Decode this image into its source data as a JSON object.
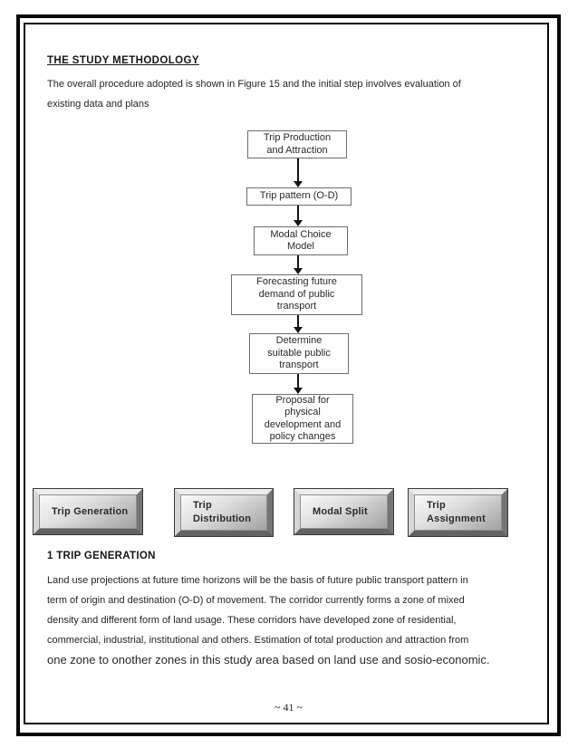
{
  "doc": {
    "title": "THE STUDY METHODOLOGY",
    "intro": "The overall procedure adopted is shown in Figure 15 and the initial step involves evaluation of\nexisting data and plans",
    "section1": {
      "heading": "1 TRIP GENERATION",
      "body": "Land use projections at future time horizons will be the basis of future public transport pattern in\nterm of origin and destination (O-D) of movement. The corridor currently forms a zone of mixed\ndensity and different form of land usage. These corridors have developed zone of residential,\ncommercial, industrial, institutional and others. Estimation of total production and attraction from",
      "body_large": "one zone to onother zones in this study area based on land use and sosio-economic."
    },
    "page_number": "~ 41 ~"
  },
  "flowchart": {
    "boxes": [
      {
        "label": "Trip Production\nand Attraction"
      },
      {
        "label": "Trip pattern (O-D)"
      },
      {
        "label": "Modal Choice\nModel"
      },
      {
        "label": "Forecasting future\ndemand of public\ntransport"
      },
      {
        "label": "Determine\nsuitable public\ntransport"
      },
      {
        "label": "Proposal for\nphysical\ndevelopment and\npolicy changes"
      }
    ]
  },
  "buttons": [
    {
      "label": "Trip Generation"
    },
    {
      "label": "Trip\nDistribution"
    },
    {
      "label": "Modal Split"
    },
    {
      "label": "Trip\nAssignment"
    }
  ],
  "colors": {
    "page_border": "#050505",
    "box_border": "#6e6e6e",
    "button_face_light": "#fafafa",
    "button_face_dark": "#a2a2a2",
    "text": "#262626"
  }
}
